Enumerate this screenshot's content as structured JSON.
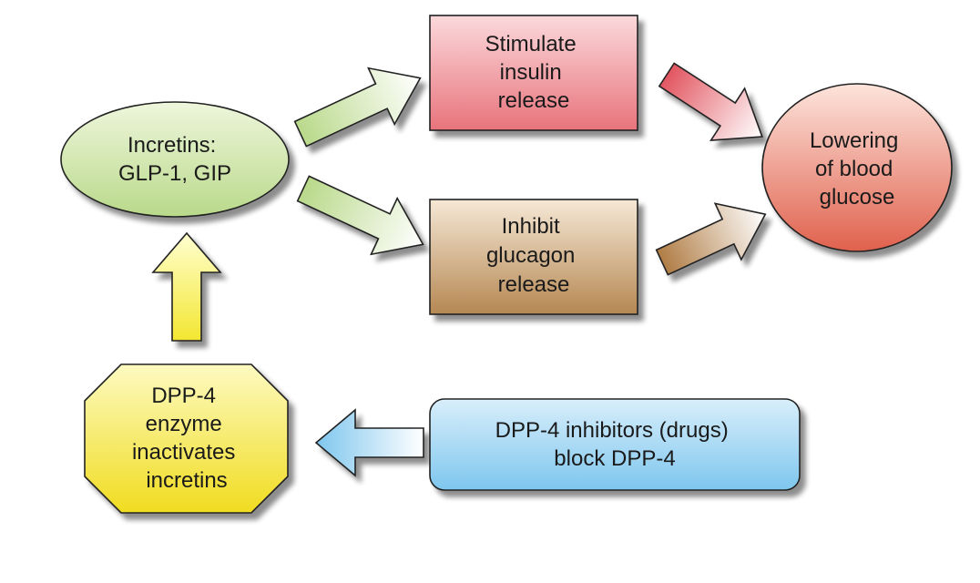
{
  "nodes": {
    "incretins": {
      "lines": [
        "Incretins:",
        "GLP-1, GIP"
      ],
      "fill_top": "#eef6dc",
      "fill_bottom": "#b9d98a"
    },
    "insulin": {
      "lines": [
        "Stimulate",
        "insulin",
        "release"
      ],
      "fill_top": "#fbd9dc",
      "fill_bottom": "#e8737b"
    },
    "glucagon": {
      "lines": [
        "Inhibit",
        "glucagon",
        "release"
      ],
      "fill_top": "#f6e8d6",
      "fill_bottom": "#b58752"
    },
    "glucose": {
      "lines": [
        "Lowering",
        "of blood",
        "glucose"
      ],
      "fill_top": "#fde4dc",
      "fill_bottom": "#e0614d"
    },
    "dpp4": {
      "lines": [
        "DPP-4",
        "enzyme",
        "inactivates",
        "incretins"
      ],
      "fill_top": "#fdfac0",
      "fill_bottom": "#f0dc20"
    },
    "inhibitors": {
      "lines": [
        "DPP-4 inhibitors (drugs)",
        "block DPP-4"
      ],
      "fill_top": "#d8eefb",
      "fill_bottom": "#7ec6ee"
    }
  },
  "arrows": {
    "green": {
      "from": "#b9d98a",
      "to": "#ffffff"
    },
    "red": {
      "from": "#e25560",
      "to": "#ffffff"
    },
    "brown": {
      "from": "#b07d45",
      "to": "#ffffff"
    },
    "yellow": {
      "from": "#f3e630",
      "to": "#ffffd0"
    },
    "blue": {
      "from": "#ffffff",
      "to": "#7ec6ee"
    }
  }
}
